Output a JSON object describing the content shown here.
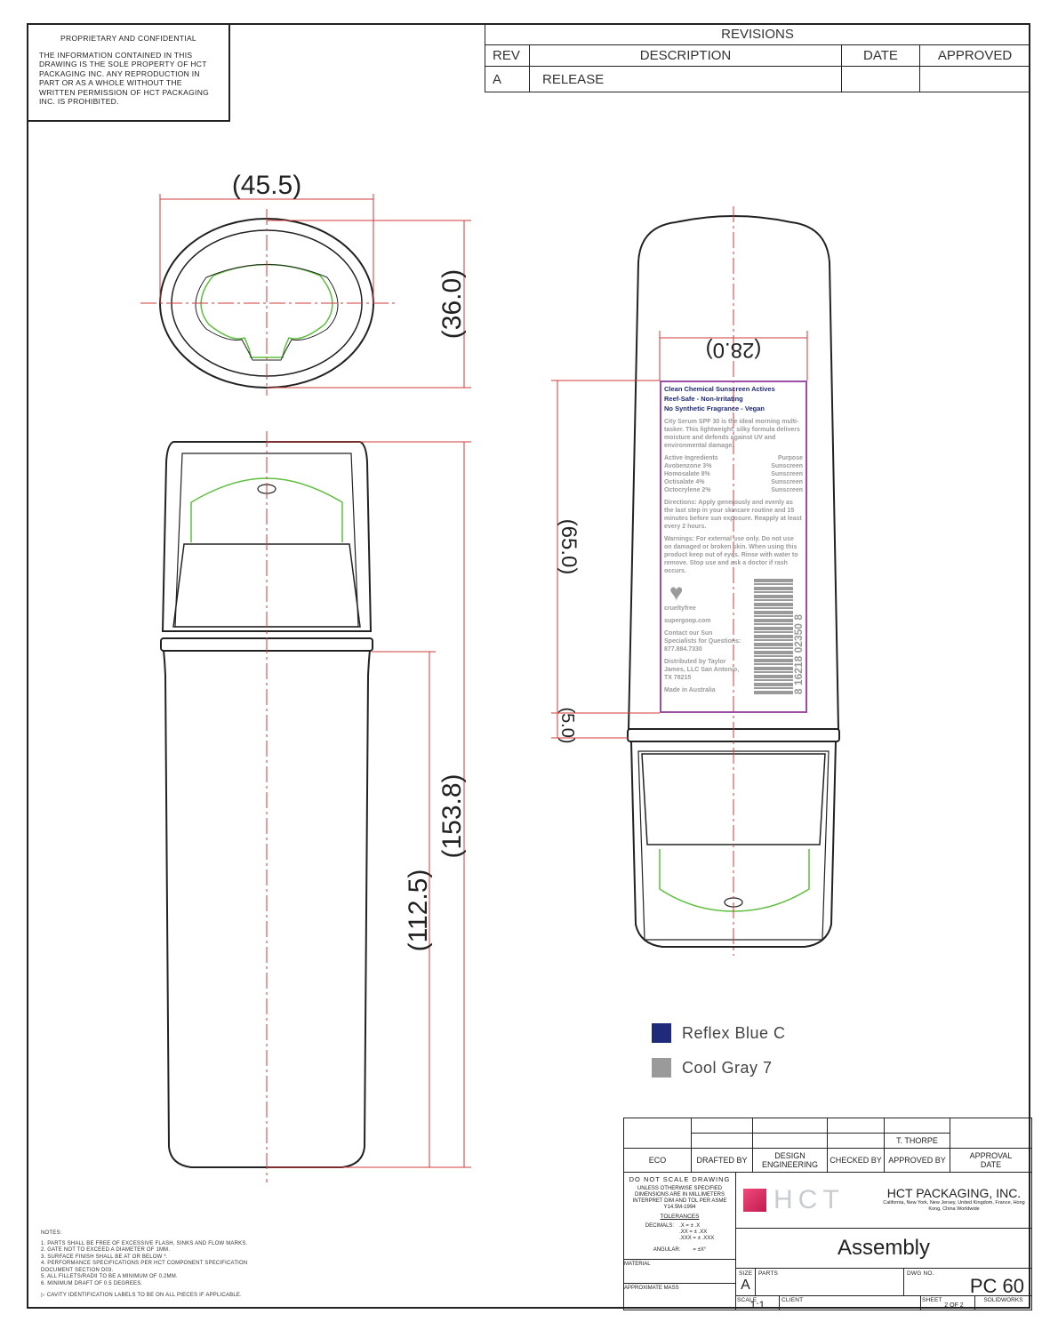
{
  "proprietary": {
    "title": "PROPRIETARY AND CONFIDENTIAL",
    "body": "THE INFORMATION CONTAINED IN THIS DRAWING IS THE SOLE PROPERTY OF HCT PACKAGING INC. ANY REPRODUCTION IN PART OR AS A WHOLE WITHOUT THE WRITTEN PERMISSION OF HCT PACKAGING INC. IS PROHIBITED."
  },
  "revisions": {
    "title": "REVISIONS",
    "headers": [
      "REV",
      "DESCRIPTION",
      "DATE",
      "APPROVED"
    ],
    "rows": [
      {
        "rev": "A",
        "description": "RELEASE",
        "date": "",
        "approved": ""
      }
    ]
  },
  "dimensions": {
    "top_width": "(45.5)",
    "top_depth": "(36.0)",
    "overall_height": "(153.8)",
    "body_height": "(112.5)",
    "label_width": "(28.0)",
    "label_height": "(65.0)",
    "label_offset": "(5.0)"
  },
  "label": {
    "headline": [
      "Clean Chemical Sunscreen Actives",
      "Reef-Safe - Non-Irritating",
      "No Synthetic Fragrance - Vegan"
    ],
    "description": "City Serum SPF 30 is the ideal morning multi-tasker. This lightweight, silky formula delivers moisture and defends against UV and environmental damage.",
    "ingredients_header": {
      "left": "Active Ingredients",
      "right": "Purpose"
    },
    "ingredients": [
      {
        "name": "Avobenzone 3%",
        "purpose": "Sunscreen"
      },
      {
        "name": "Homosalate 8%",
        "purpose": "Sunscreen"
      },
      {
        "name": "Octisalate 4%",
        "purpose": "Sunscreen"
      },
      {
        "name": "Octocrylene 2%",
        "purpose": "Sunscreen"
      }
    ],
    "directions": "Directions: Apply generously and evenly as the last step in your skincare routine and 15 minutes before sun exposure. Reapply at least every 2 hours.",
    "warnings": "Warnings: For external use only. Do not use on damaged or broken skin. When using this product keep out of eyes. Rinse with water to remove. Stop use and ask a doctor if rash occurs.",
    "crueltyfree": "crueltyfree",
    "website": "supergoop.com",
    "contact": "Contact our Sun Specialists for Questions: 877.884.7330",
    "distributed": "Distributed by Taylor James, LLC San Antonio, TX 78215",
    "made_in": "Made in Australia",
    "barcode_number": "8 16218 02350 8"
  },
  "legend": [
    {
      "name": "Reflex Blue C",
      "color": "#1f2a7a"
    },
    {
      "name": "Cool Gray 7",
      "color": "#9a9a9a"
    }
  ],
  "title_block": {
    "approver_name": "T. THORPE",
    "headers": [
      "ECO",
      "DRAFTED BY",
      "DESIGN ENGINEERING",
      "CHECKED BY",
      "APPROVED BY",
      "APPROVAL DATE"
    ],
    "do_not_scale": "DO NOT SCALE DRAWING",
    "units_note": "UNLESS OTHERWISE SPECIFIED DIMENSIONS ARE IN MILLIMETERS INTERPRET DIM AND TOL PER ASME Y14.5M-1994",
    "tolerances": "TOLERANCES",
    "decimals_label": "DECIMALS:",
    "decimals": [
      ".X = ± .X",
      ".XX = ± .XX",
      ".XXX = ± .XXX"
    ],
    "angular_label": "ANGULAR:",
    "angular": "= ±X°",
    "material": "MATERIAL",
    "mass": "APPROXIMATE MASS",
    "logo": "HCT",
    "company": "HCT PACKAGING, INC.",
    "locations": "California, New York, New Jersey, United Kingdom, France, Hong Kong, China Worldwide",
    "title": "Assembly",
    "size_label": "SIZE",
    "size": "A",
    "parts_label": "PARTS",
    "dwg_label": "DWG NO.",
    "dwg_no": "PC 60",
    "scale_label": "SCALE",
    "scale": "1:1",
    "client_label": "CLIENT",
    "sheet_label": "SHEET",
    "sheet": "2 OF 2",
    "software": "SOLIDWORKS"
  },
  "notes": {
    "title": "NOTES:",
    "items": [
      "1. PARTS SHALL BE FREE OF EXCESSIVE FLASH, SINKS AND FLOW MARKS.",
      "2. GATE NOT TO EXCEED A DIAMETER OF 1MM.",
      "3. SURFACE FINISH SHALL BE AT OR BELOW *.",
      "4. PERFORMANCE SPECIFICATIONS PER HCT COMPONENT SPECIFICATION DOCUMENT SECTION D03.",
      "5. ALL FILLETS/RADII TO BE A MINIMUM OF 0.2MM.",
      "6. MINIMUM DRAFT OF 0.5 DEGREES."
    ],
    "cavity": "CAVITY IDENTIFICATION LABELS TO BE ON ALL PIECES IF APPLICABLE."
  }
}
